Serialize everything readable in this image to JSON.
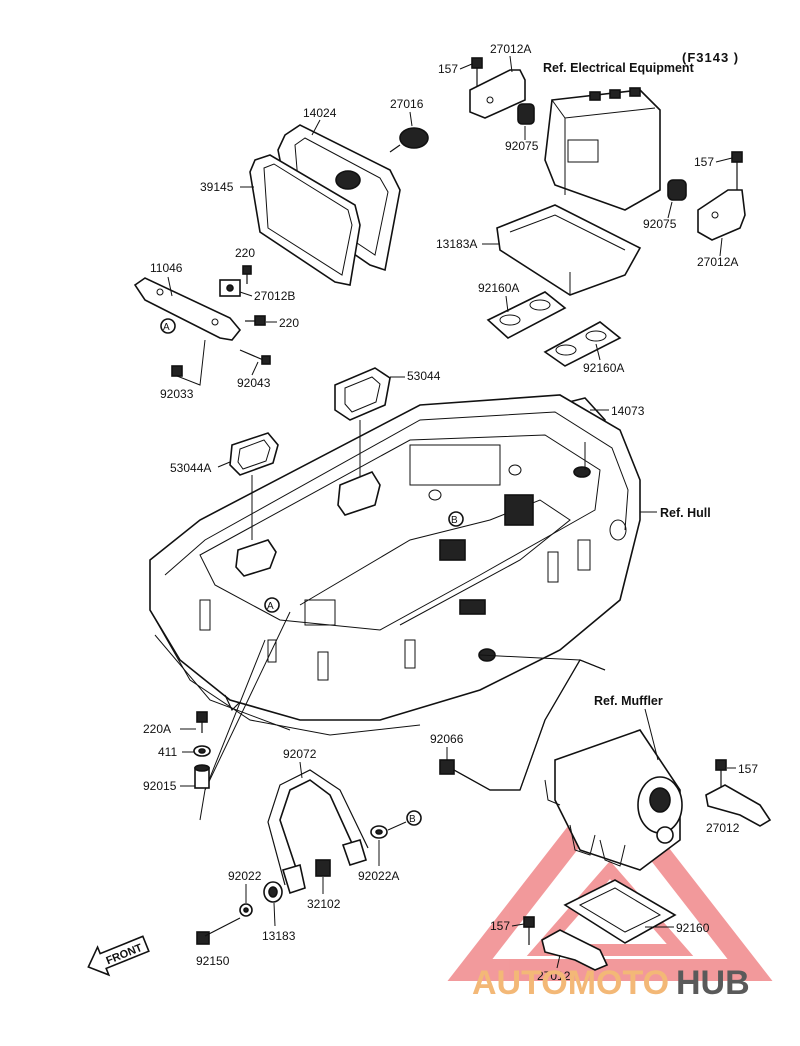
{
  "diagram_code": "(F3143 )",
  "references": {
    "electrical": "Ref. Electrical Equipment",
    "hull": "Ref. Hull",
    "muffler": "Ref. Muffler"
  },
  "markers": {
    "a": "A",
    "b": "B"
  },
  "front_label": "FRONT",
  "parts": {
    "p157_top": "157",
    "p27012A_top": "27012A",
    "p14024": "14024",
    "p27016": "27016",
    "p39145": "39145",
    "p92075_a": "92075",
    "p157_right": "157",
    "p92075_b": "92075",
    "p27012A_right": "27012A",
    "p13183A": "13183A",
    "p220_a": "220",
    "p27012B": "27012B",
    "p11046": "11046",
    "p220_b": "220",
    "p92160A_a": "92160A",
    "p92160A_b": "92160A",
    "p92033": "92033",
    "p92043": "92043",
    "p53044": "53044",
    "p14073": "14073",
    "p53044A": "53044A",
    "p220A": "220A",
    "p411": "411",
    "p92015": "92015",
    "p92072": "92072",
    "p92066": "92066",
    "p157_lower": "157",
    "p27012_lower": "27012",
    "p92022": "92022",
    "p92022A": "92022A",
    "p32102": "32102",
    "p13183": "13183",
    "p92150": "92150",
    "p157_bottom": "157",
    "p92160": "92160",
    "p27012_bottom": "27012"
  },
  "watermark": {
    "part1": "AUTOMOTO",
    "part2": "HUB",
    "color1": "#f3b877",
    "color2": "#5a5a5a"
  }
}
